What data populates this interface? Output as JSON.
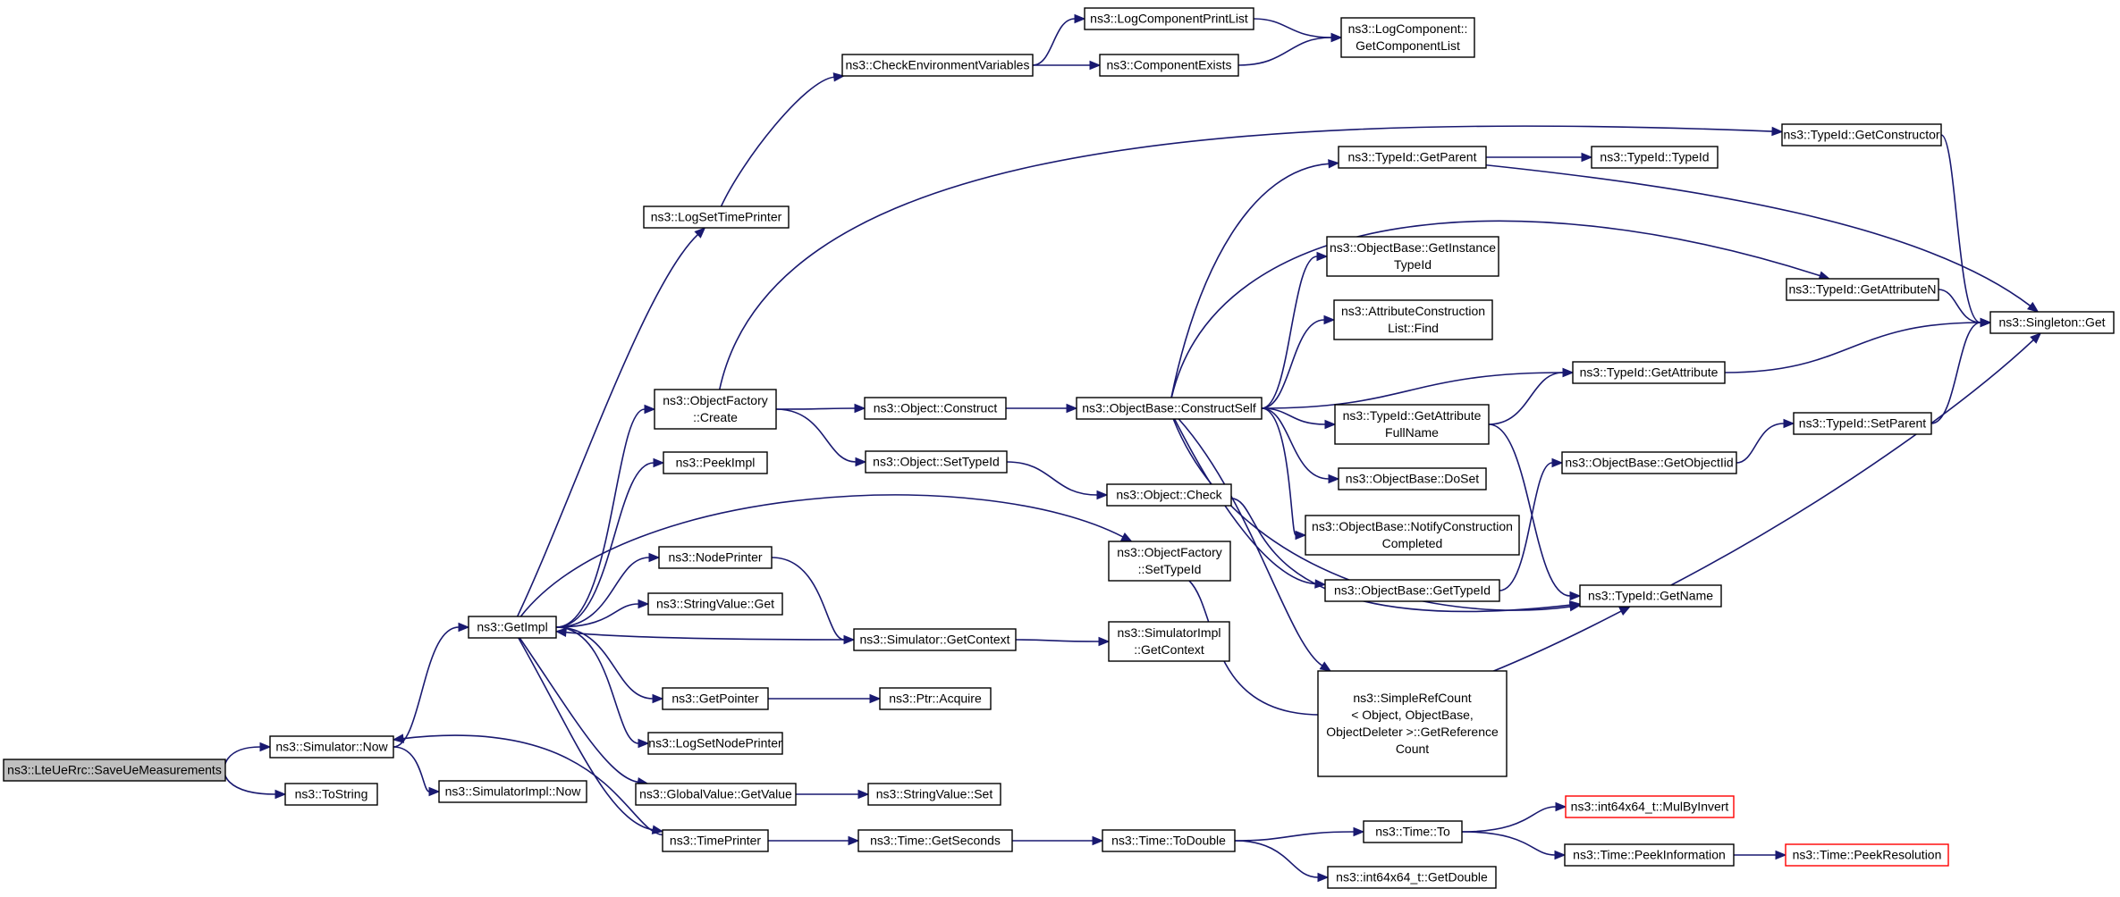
{
  "colors": {
    "edge": "#191970",
    "root_fill": "#bfbfbf",
    "truncated_border": "#ff0000",
    "border": "#000000"
  },
  "nodes": {
    "save_ue_measurements": {
      "lines": [
        "ns3::LteUeRrc::SaveUeMeasurements"
      ],
      "style": "root"
    },
    "simulator_now": {
      "lines": [
        "ns3::Simulator::Now"
      ]
    },
    "to_string": {
      "lines": [
        "ns3::ToString"
      ]
    },
    "get_impl": {
      "lines": [
        "ns3::GetImpl"
      ]
    },
    "simulator_impl_now": {
      "lines": [
        "ns3::SimulatorImpl::Now"
      ]
    },
    "log_set_time_printer": {
      "lines": [
        "ns3::LogSetTimePrinter"
      ]
    },
    "object_factory_create": {
      "lines": [
        "ns3::ObjectFactory",
        "::Create"
      ]
    },
    "peek_impl": {
      "lines": [
        "ns3::PeekImpl"
      ]
    },
    "node_printer": {
      "lines": [
        "ns3::NodePrinter"
      ]
    },
    "string_value_get": {
      "lines": [
        "ns3::StringValue::Get"
      ]
    },
    "get_pointer": {
      "lines": [
        "ns3::GetPointer"
      ]
    },
    "log_set_node_printer": {
      "lines": [
        "ns3::LogSetNodePrinter"
      ]
    },
    "global_value_get_value": {
      "lines": [
        "ns3::GlobalValue::GetValue"
      ]
    },
    "time_printer": {
      "lines": [
        "ns3::TimePrinter"
      ]
    },
    "check_environment_variables": {
      "lines": [
        "ns3::CheckEnvironmentVariables"
      ]
    },
    "object_construct": {
      "lines": [
        "ns3::Object::Construct"
      ]
    },
    "object_set_type_id": {
      "lines": [
        "ns3::Object::SetTypeId"
      ]
    },
    "simulator_get_context": {
      "lines": [
        "ns3::Simulator::GetContext"
      ]
    },
    "ptr_acquire": {
      "lines": [
        "ns3::Ptr::Acquire"
      ]
    },
    "string_value_set": {
      "lines": [
        "ns3::StringValue::Set"
      ]
    },
    "time_get_seconds": {
      "lines": [
        "ns3::Time::GetSeconds"
      ]
    },
    "log_component_print_list": {
      "lines": [
        "ns3::LogComponentPrintList"
      ]
    },
    "component_exists": {
      "lines": [
        "ns3::ComponentExists"
      ]
    },
    "object_base_construct_self": {
      "lines": [
        "ns3::ObjectBase::ConstructSelf"
      ]
    },
    "object_check": {
      "lines": [
        "ns3::Object::Check"
      ]
    },
    "object_factory_set_type_id": {
      "lines": [
        "ns3::ObjectFactory",
        "::SetTypeId"
      ]
    },
    "simulator_impl_get_context": {
      "lines": [
        "ns3::SimulatorImpl",
        "::GetContext"
      ]
    },
    "time_to_double": {
      "lines": [
        "ns3::Time::ToDouble"
      ]
    },
    "log_component_get_component_list": {
      "lines": [
        "ns3::LogComponent::",
        "GetComponentList"
      ]
    },
    "type_id_get_parent": {
      "lines": [
        "ns3::TypeId::GetParent"
      ]
    },
    "object_base_get_instance_type_id": {
      "lines": [
        "ns3::ObjectBase::GetInstance",
        "TypeId"
      ]
    },
    "attribute_construction_list_find": {
      "lines": [
        "ns3::AttributeConstruction",
        "List::Find"
      ]
    },
    "type_id_get_attribute_full_name": {
      "lines": [
        "ns3::TypeId::GetAttribute",
        "FullName"
      ]
    },
    "object_base_do_set": {
      "lines": [
        "ns3::ObjectBase::DoSet"
      ]
    },
    "object_base_notify_construction_completed": {
      "lines": [
        "ns3::ObjectBase::NotifyConstruction",
        "Completed"
      ]
    },
    "object_base_get_type_id": {
      "lines": [
        "ns3::ObjectBase::GetTypeId"
      ]
    },
    "simple_ref_count_get_reference_count": {
      "lines": [
        "ns3::SimpleRefCount",
        "< Object, ObjectBase,",
        "ObjectDeleter >::GetReference",
        "Count"
      ]
    },
    "time_to": {
      "lines": [
        "ns3::Time::To"
      ]
    },
    "int64x64_get_double": {
      "lines": [
        "ns3::int64x64_t::GetDouble"
      ]
    },
    "type_id_type_id": {
      "lines": [
        "ns3::TypeId::TypeId"
      ]
    },
    "type_id_get_attribute": {
      "lines": [
        "ns3::TypeId::GetAttribute"
      ]
    },
    "object_base_get_object_iid": {
      "lines": [
        "ns3::ObjectBase::GetObjectIid"
      ]
    },
    "type_id_get_name": {
      "lines": [
        "ns3::TypeId::GetName"
      ]
    },
    "int64x64_mul_by_invert": {
      "lines": [
        "ns3::int64x64_t::MulByInvert"
      ],
      "style": "truncated"
    },
    "time_peek_information": {
      "lines": [
        "ns3::Time::PeekInformation"
      ]
    },
    "type_id_get_constructor": {
      "lines": [
        "ns3::TypeId::GetConstructor"
      ]
    },
    "type_id_get_attribute_n": {
      "lines": [
        "ns3::TypeId::GetAttributeN"
      ]
    },
    "type_id_set_parent": {
      "lines": [
        "ns3::TypeId::SetParent"
      ]
    },
    "time_peek_resolution": {
      "lines": [
        "ns3::Time::PeekResolution"
      ],
      "style": "truncated"
    },
    "singleton_get": {
      "lines": [
        "ns3::Singleton::Get"
      ]
    }
  },
  "edges": [
    [
      "save_ue_measurements",
      "simulator_now"
    ],
    [
      "save_ue_measurements",
      "to_string"
    ],
    [
      "simulator_now",
      "get_impl"
    ],
    [
      "simulator_now",
      "simulator_impl_now"
    ],
    [
      "get_impl",
      "log_set_time_printer"
    ],
    [
      "get_impl",
      "object_factory_create"
    ],
    [
      "get_impl",
      "peek_impl"
    ],
    [
      "get_impl",
      "node_printer"
    ],
    [
      "get_impl",
      "string_value_get"
    ],
    [
      "get_impl",
      "get_pointer"
    ],
    [
      "get_impl",
      "log_set_node_printer"
    ],
    [
      "get_impl",
      "global_value_get_value"
    ],
    [
      "get_impl",
      "time_printer"
    ],
    [
      "get_impl",
      "object_factory_set_type_id"
    ],
    [
      "log_set_time_printer",
      "check_environment_variables"
    ],
    [
      "check_environment_variables",
      "log_component_print_list"
    ],
    [
      "check_environment_variables",
      "component_exists"
    ],
    [
      "log_component_print_list",
      "log_component_get_component_list"
    ],
    [
      "component_exists",
      "log_component_get_component_list"
    ],
    [
      "object_factory_create",
      "type_id_get_constructor"
    ],
    [
      "object_factory_create",
      "object_construct"
    ],
    [
      "object_factory_create",
      "object_set_type_id"
    ],
    [
      "object_construct",
      "object_base_construct_self"
    ],
    [
      "object_set_type_id",
      "object_check"
    ],
    [
      "object_check",
      "type_id_get_name"
    ],
    [
      "node_printer",
      "simulator_get_context"
    ],
    [
      "simulator_get_context",
      "get_impl"
    ],
    [
      "simulator_get_context",
      "simulator_impl_get_context"
    ],
    [
      "get_pointer",
      "ptr_acquire"
    ],
    [
      "global_value_get_value",
      "string_value_set"
    ],
    [
      "time_printer",
      "simulator_now"
    ],
    [
      "time_printer",
      "time_get_seconds"
    ],
    [
      "time_get_seconds",
      "time_to_double"
    ],
    [
      "time_to_double",
      "time_to"
    ],
    [
      "time_to_double",
      "int64x64_get_double"
    ],
    [
      "time_to",
      "int64x64_mul_by_invert"
    ],
    [
      "time_to",
      "time_peek_information"
    ],
    [
      "time_peek_information",
      "time_peek_resolution"
    ],
    [
      "object_factory_set_type_id",
      "type_id_get_name"
    ],
    [
      "object_base_construct_self",
      "type_id_get_parent"
    ],
    [
      "object_base_construct_self",
      "type_id_get_attribute_n"
    ],
    [
      "object_base_construct_self",
      "object_base_get_instance_type_id"
    ],
    [
      "object_base_construct_self",
      "attribute_construction_list_find"
    ],
    [
      "object_base_construct_self",
      "type_id_get_attribute"
    ],
    [
      "object_base_construct_self",
      "type_id_get_attribute_full_name"
    ],
    [
      "object_base_construct_self",
      "object_base_do_set"
    ],
    [
      "object_base_construct_self",
      "object_base_notify_construction_completed"
    ],
    [
      "object_base_construct_self",
      "object_base_get_type_id"
    ],
    [
      "object_base_construct_self",
      "simple_ref_count_get_reference_count"
    ],
    [
      "object_base_construct_self",
      "type_id_get_name"
    ],
    [
      "type_id_get_parent",
      "type_id_type_id"
    ],
    [
      "type_id_get_parent",
      "singleton_get"
    ],
    [
      "type_id_get_attribute_full_name",
      "type_id_get_attribute"
    ],
    [
      "type_id_get_attribute_full_name",
      "type_id_get_name"
    ],
    [
      "object_base_get_type_id",
      "object_base_get_object_iid"
    ],
    [
      "object_base_get_object_iid",
      "type_id_set_parent"
    ],
    [
      "type_id_get_constructor",
      "singleton_get"
    ],
    [
      "type_id_get_attribute_n",
      "singleton_get"
    ],
    [
      "type_id_get_attribute",
      "singleton_get"
    ],
    [
      "type_id_set_parent",
      "singleton_get"
    ],
    [
      "type_id_get_name",
      "singleton_get"
    ]
  ]
}
